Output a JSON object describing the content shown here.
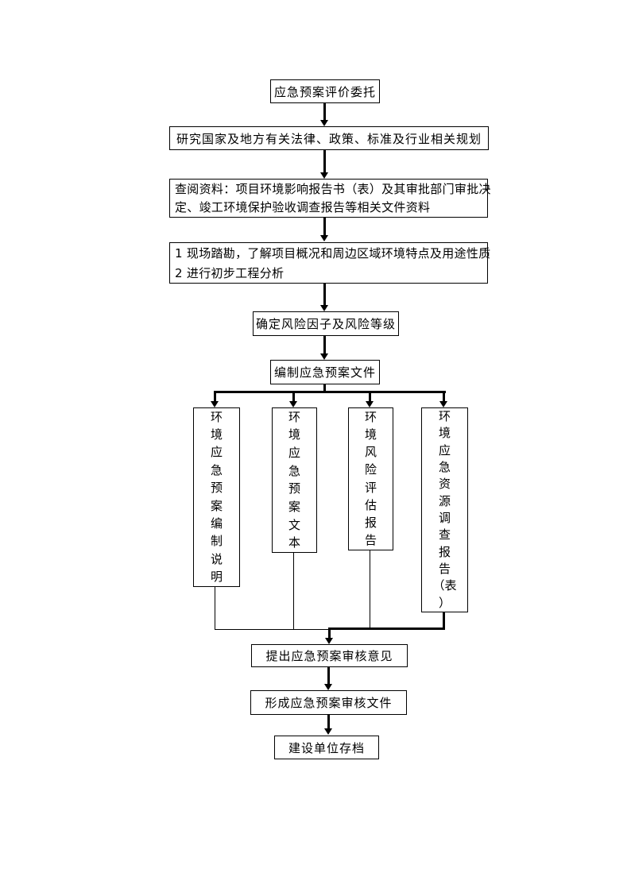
{
  "page": {
    "background_color": "#ffffff",
    "line_color": "#000000",
    "title": "应急预案评价工作程序流程图"
  },
  "flowchart": {
    "nodes": {
      "commission": {
        "label": "应急预案评价委托"
      },
      "research": {
        "label": "研究国家及地方有关法律、政策、标准及行业相关规划"
      },
      "review": {
        "label": "查阅资料：项目环境影响报告书（表）及其审批部门审批决定、竣工环境保护验收调查报告等相关文件资料",
        "lines": [
          "查阅资料：项目环境影响报告书（表）及其审批部门审批决",
          "定、竣工环境保护验收调查报告等相关文件资料"
        ]
      },
      "survey": {
        "label": "1 现场踏勘，了解项目概况和周边区域环境特点及用途性质 2 进行初步工程分析",
        "lines": [
          "1 现场踏勘，了解项目概况和周边区域环境特点及用途性质",
          "2 进行初步工程分析"
        ]
      },
      "risk": {
        "label": "确定风险因子及风险等级"
      },
      "compile": {
        "label": "编制应急预案文件"
      },
      "doc_explain": {
        "label": "环境应急预案编制说明",
        "lines": [
          "环",
          "境",
          "应",
          "急",
          "预",
          "案",
          "编",
          "制",
          "说",
          "明"
        ]
      },
      "doc_text": {
        "label": "环境应急预案文本",
        "lines": [
          "环",
          "境",
          "应",
          "急",
          "预",
          "案",
          "文",
          "本"
        ]
      },
      "doc_risk_report": {
        "label": "环境风险评估报告",
        "lines": [
          "环",
          "境",
          "风",
          "险",
          "评",
          "估",
          "报",
          "告"
        ]
      },
      "doc_resource_report": {
        "label": "环境应急资源调查报告（表）",
        "lines": [
          "环",
          "境",
          "应",
          "急",
          "资",
          "源",
          "调",
          "查",
          "报",
          "告",
          "（表",
          "）"
        ]
      },
      "opinion": {
        "label": "提出应急预案审核意见"
      },
      "audit_doc": {
        "label": "形成应急预案审核文件"
      },
      "archive": {
        "label": "建设单位存档"
      }
    }
  }
}
